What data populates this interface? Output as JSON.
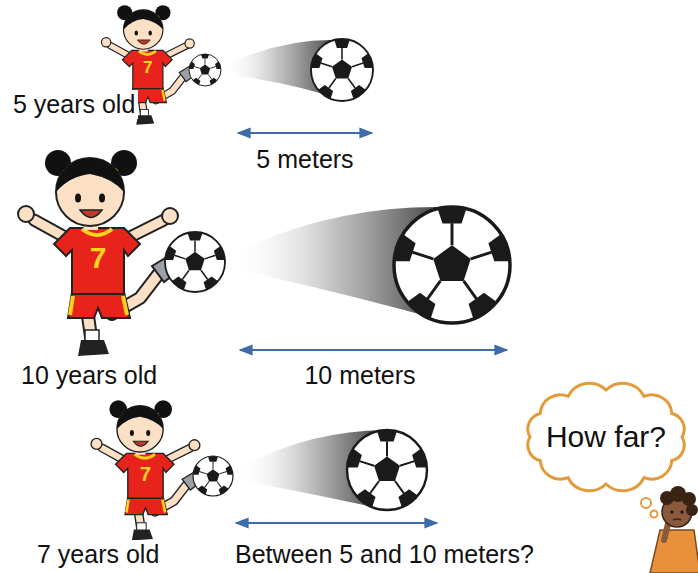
{
  "diagram": {
    "nodes": [
      {
        "text": [
          "How far?"
        ]
      }
    ],
    "labels": [
      "7",
      "5 years old",
      "5 meters",
      "7",
      "10 years old",
      "10 meters",
      "7",
      "7 years old",
      "Between 5 and 10 meters?"
    ]
  }
}
